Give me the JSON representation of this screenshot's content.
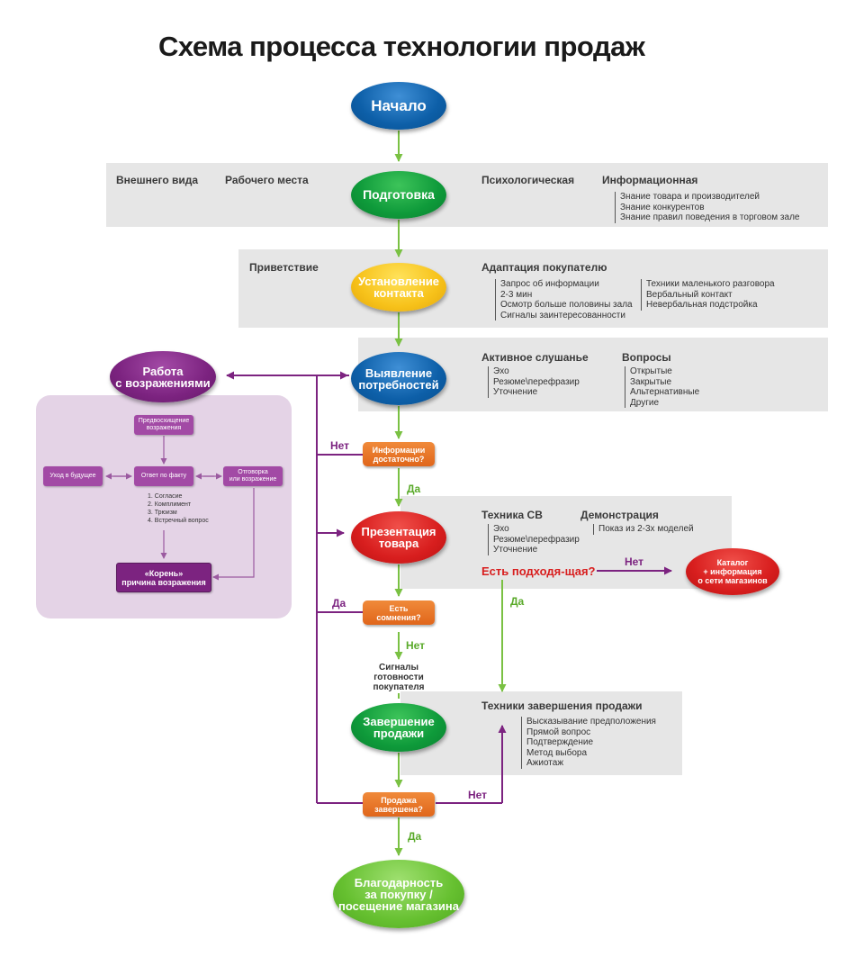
{
  "title": "Схема процесса технологии продаж",
  "colors": {
    "green_arrow": "#7ac143",
    "purple_arrow": "#7c2380",
    "band": "#e6e6e6",
    "panel": "#e4d3e6",
    "decision": "#e8702a",
    "alert": "#d81e1e"
  },
  "nodes": {
    "start": "Начало",
    "prep": "Подготовка",
    "contact": "Установление\nконтакта",
    "needs": "Выявление\nпотребностей",
    "present": "Презентация\nтовара",
    "close": "Завершение\nпродажи",
    "thanks": "Благодарность\nза покупку /\nпосещение магазина",
    "objections": "Работа\nс возражениями",
    "catalog": "Каталог\n+ информация\nо сети магазинов"
  },
  "decisions": {
    "info_enough": "Информации\nдостаточно?",
    "doubts": "Есть\nсомнения?",
    "sale_done": "Продажа\nзавершена?"
  },
  "answers": {
    "yes": "Да",
    "no": "Нет"
  },
  "prep": {
    "appearance": "Внешнего вида",
    "workplace": "Рабочего места",
    "psych": "Психологическая",
    "info": "Информационная",
    "info_items": [
      "Знание товара и производителей",
      "Знание конкурентов",
      "Знание правил поведения в торговом зале"
    ]
  },
  "contact": {
    "greeting": "Приветствие",
    "adaptation": "Адаптация покупателю",
    "items_left": [
      "Запрос об информации",
      "2-3 мин",
      "Осмотр больше  половины зала",
      "Сигналы заинтересованности"
    ],
    "items_right": [
      "Техники маленького разговора",
      "Вербальный контакт",
      "Невербальная подстройка"
    ]
  },
  "needs": {
    "listening": "Активное слушанье",
    "listening_items": [
      "Эхо",
      "Резюме\\перефразир",
      "Уточнение"
    ],
    "questions": "Вопросы",
    "questions_items": [
      "Открытые",
      "Закрытые",
      "Альтернативные",
      "Другие"
    ]
  },
  "present": {
    "technique": "Техника СВ",
    "technique_items": [
      "Эхо",
      "Резюме\\перефразир",
      "Уточнение"
    ],
    "demo": "Демонстрация",
    "demo_items": [
      "Показ  из 2-3х моделей"
    ],
    "suitable": "Есть подходя-щая?"
  },
  "signals": "Сигналы\nготовности\nпокупателя",
  "closing": {
    "title": "Техники завершения продажи",
    "items": [
      "Высказывание предположения",
      "Прямой вопрос",
      "Подтверждение",
      "Метод выбора",
      "Ажиотаж"
    ]
  },
  "objections_panel": {
    "anticipation": "Предвосхищение\nвозражения",
    "future": "Уход в будущее",
    "answer": "Ответ по факту",
    "excuse": "Отговорка\nили возражение",
    "answer_items": [
      "1. Согласие",
      "2. Комплимент",
      "3. Трюизм",
      "4. Встречный вопрос"
    ],
    "root": "«Корень»\nпричина возражения"
  }
}
